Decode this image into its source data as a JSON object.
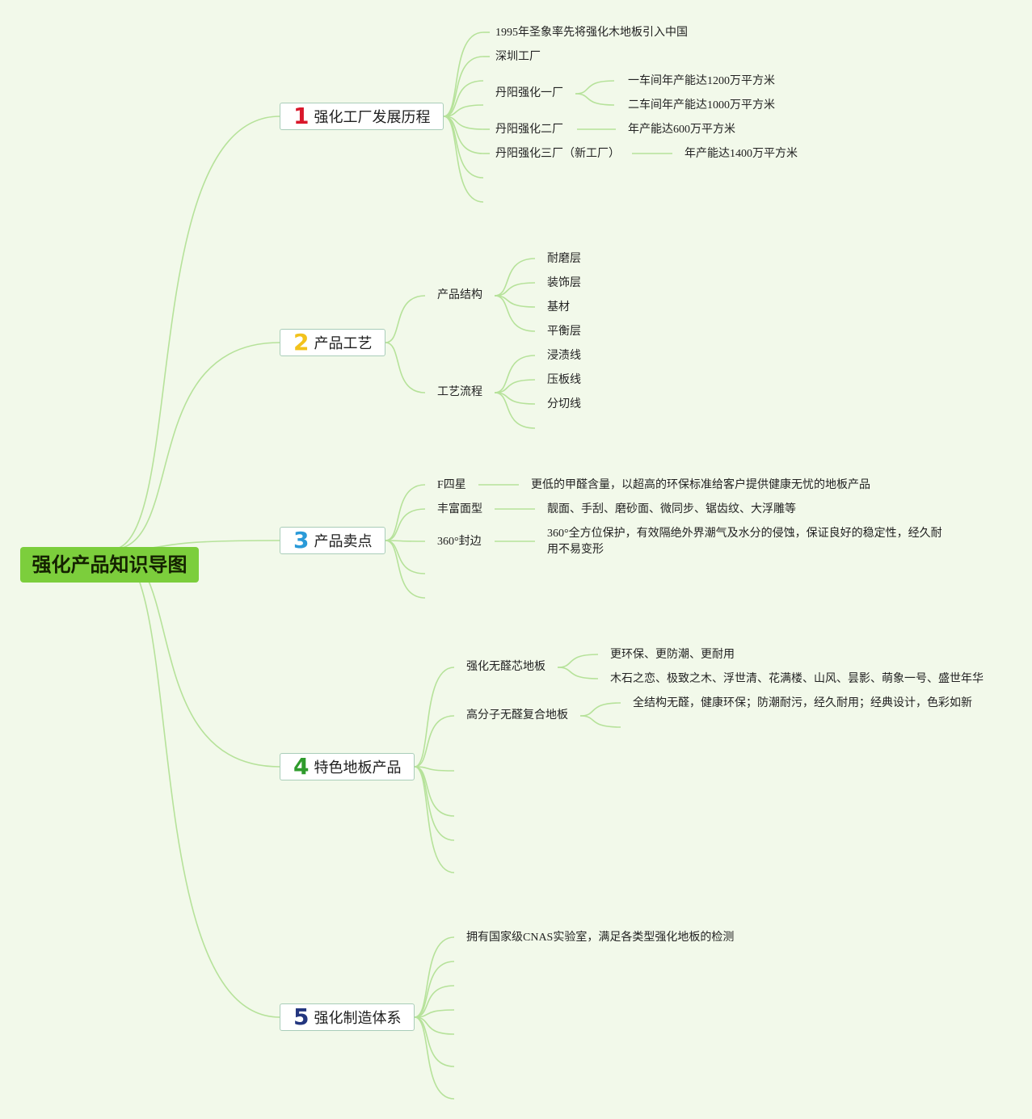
{
  "root": {
    "label": "强化产品知识导图"
  },
  "colors": {
    "background": "#f2f9ea",
    "root_fill": "#7cce3c",
    "line": "#b6e29a"
  },
  "branches": [
    {
      "num": "1",
      "num_color": "#d9182b",
      "label": "强化工厂发展历程",
      "children": [
        {
          "label": "1995年圣象率先将强化木地板引入中国"
        },
        {
          "label": "深圳工厂"
        },
        {
          "label": "丹阳强化一厂",
          "children": [
            {
              "label": "一车间年产能达1200万平方米"
            },
            {
              "label": "二车间年产能达1000万平方米"
            }
          ]
        },
        {
          "label": "丹阳强化二厂",
          "children": [
            {
              "label": "年产能达600万平方米"
            }
          ]
        },
        {
          "label": "丹阳强化三厂（新工厂）",
          "children": [
            {
              "label": "年产能达1400万平方米"
            }
          ]
        }
      ]
    },
    {
      "num": "2",
      "num_color": "#f2c21c",
      "label": "产品工艺",
      "children": [
        {
          "label": "产品结构",
          "children": [
            {
              "label": "耐磨层"
            },
            {
              "label": "装饰层"
            },
            {
              "label": "基材"
            },
            {
              "label": "平衡层"
            }
          ]
        },
        {
          "label": "工艺流程",
          "children": [
            {
              "label": "浸渍线"
            },
            {
              "label": "压板线"
            },
            {
              "label": "分切线"
            }
          ]
        }
      ]
    },
    {
      "num": "3",
      "num_color": "#2a9ad8",
      "label": "产品卖点",
      "children": [
        {
          "label": "F四星",
          "children": [
            {
              "label": "更低的甲醛含量，以超高的环保标准给客户提供健康无忧的地板产品"
            }
          ]
        },
        {
          "label": "丰富面型",
          "children": [
            {
              "label": "靓面、手刮、磨砂面、微同步、锯齿纹、大浮雕等"
            }
          ]
        },
        {
          "label": "360°封边",
          "children": [
            {
              "label": "360°全方位保护，有效隔绝外界潮气及水分的侵蚀，保证良好的稳定性，经久耐用不易变形"
            }
          ]
        }
      ]
    },
    {
      "num": "4",
      "num_color": "#2f9b2c",
      "label": "特色地板产品",
      "children": [
        {
          "label": "强化无醛芯地板",
          "children": [
            {
              "label": "更环保、更防潮、更耐用"
            },
            {
              "label": "木石之恋、极致之木、浮世清、花满楼、山风、昙影、萌象一号、盛世年华"
            }
          ]
        },
        {
          "label": "高分子无醛复合地板",
          "children": [
            {
              "label": "全结构无醛，健康环保；防潮耐污，经久耐用；经典设计，色彩如新"
            }
          ]
        }
      ]
    },
    {
      "num": "5",
      "num_color": "#23367f",
      "label": "强化制造体系",
      "children": [
        {
          "label": "拥有国家级CNAS实验室，满足各类型强化地板的检测"
        }
      ]
    }
  ]
}
